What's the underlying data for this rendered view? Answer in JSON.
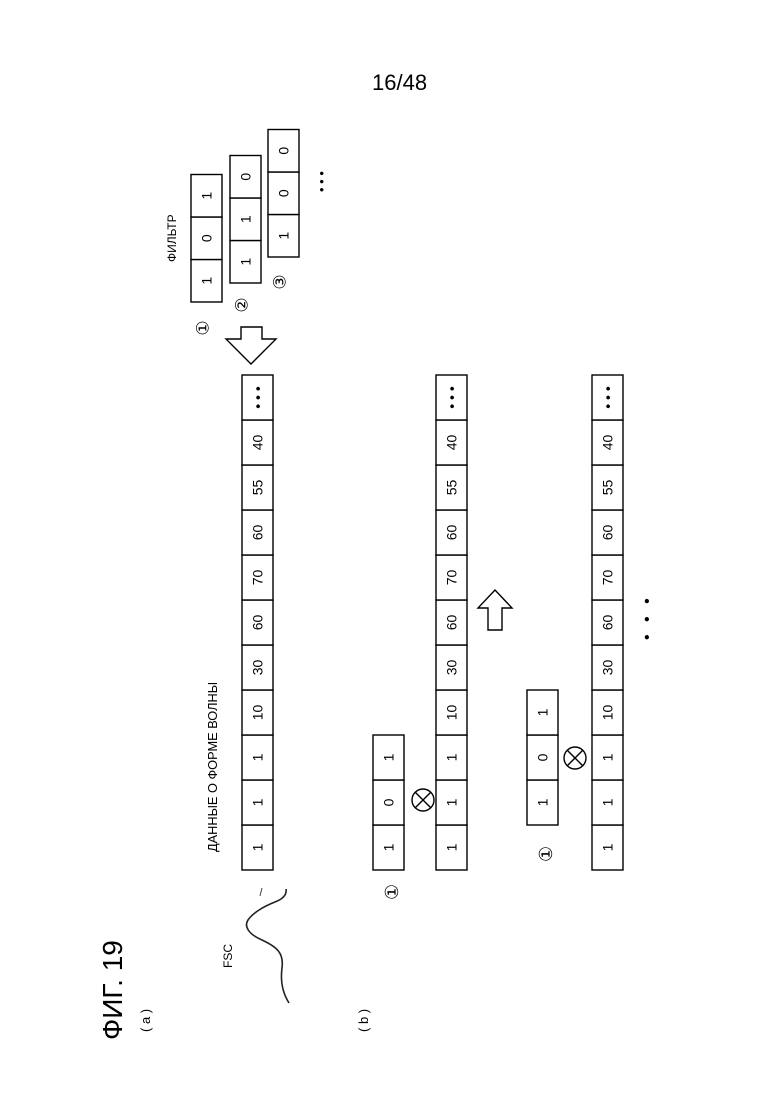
{
  "page_number": "16/48",
  "figure_label": "ФИГ. 19",
  "part_a_label": "( a )",
  "part_b_label": "( b )",
  "fsc_label": "FSC",
  "waveform_label": "ДАННЫЕ О ФОРМЕ ВОЛНЫ",
  "filter_label": "ФИЛЬТР",
  "filters": [
    {
      "marker": "①",
      "values": [
        "1",
        "0",
        "1"
      ]
    },
    {
      "marker": "②",
      "values": [
        "1",
        "1",
        "0"
      ]
    },
    {
      "marker": "③",
      "values": [
        "1",
        "0",
        "0"
      ]
    }
  ],
  "filters_more": "• • •",
  "waveform_values": [
    "1",
    "1",
    "1",
    "10",
    "30",
    "60",
    "70",
    "60",
    "55",
    "40",
    "• • •"
  ],
  "conv_filter_marker": "①",
  "conv_filter_values": [
    "1",
    "0",
    "1"
  ],
  "continuation": "• • •"
}
